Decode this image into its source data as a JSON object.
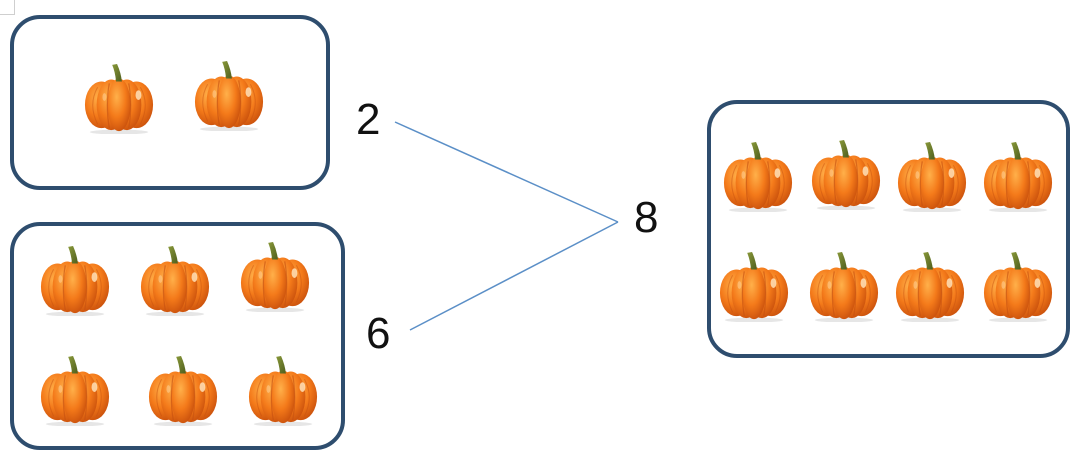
{
  "diagram": {
    "part_a": {
      "value": "2",
      "count": 2
    },
    "part_b": {
      "value": "6",
      "count": 6
    },
    "whole": {
      "value": "8",
      "count": 8
    },
    "colors": {
      "box_border": "#2e4d6e",
      "connector_line": "#5b8fc7",
      "pumpkin": "#f47a1a",
      "stem": "#6b7d2a"
    },
    "icon": "pumpkin-icon"
  }
}
